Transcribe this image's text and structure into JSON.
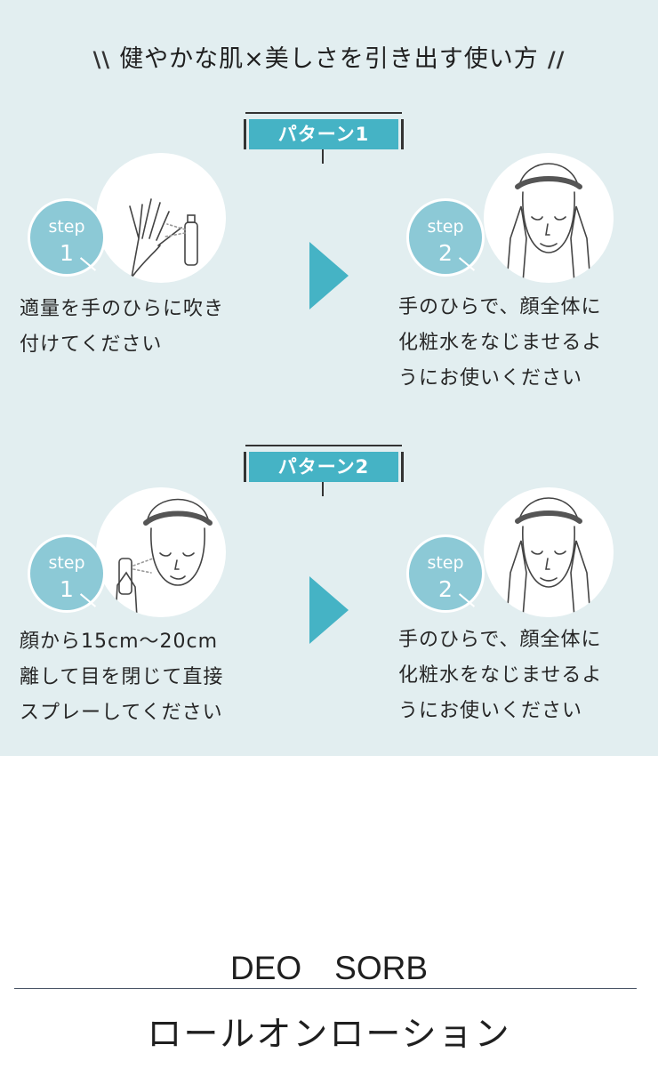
{
  "headline": {
    "left_deco": "\\\\",
    "text": "健やかな肌×美しさを引き出す使い方",
    "right_deco": "//"
  },
  "patterns": [
    {
      "label": "パターン1",
      "steps": [
        {
          "word": "step",
          "number": "1",
          "illustration": "hand-spray-illustration",
          "text_lines": [
            "適量を手のひらに吹き",
            "付けてください"
          ]
        },
        {
          "word": "step",
          "number": "2",
          "illustration": "face-hands-illustration",
          "text_lines": [
            "手のひらで、顔全体に",
            "化粧水をなじませるよ",
            "うにお使いください"
          ]
        }
      ]
    },
    {
      "label": "パターン2",
      "steps": [
        {
          "word": "step",
          "number": "1",
          "illustration": "face-spray-illustration",
          "text_lines": [
            "顔から15cm〜20cm",
            "離して目を閉じて直接",
            "スプレーしてください"
          ]
        },
        {
          "word": "step",
          "number": "2",
          "illustration": "face-hands-illustration",
          "text_lines": [
            "手のひらで、顔全体に",
            "化粧水をなじませるよ",
            "うにお使いください"
          ]
        }
      ]
    }
  ],
  "brand": "DEO　SORB",
  "product": "ロールオンローション",
  "colors": {
    "section_bg": "#e2eef0",
    "accent": "#45b3c5",
    "badge": "#8cc9d6"
  }
}
